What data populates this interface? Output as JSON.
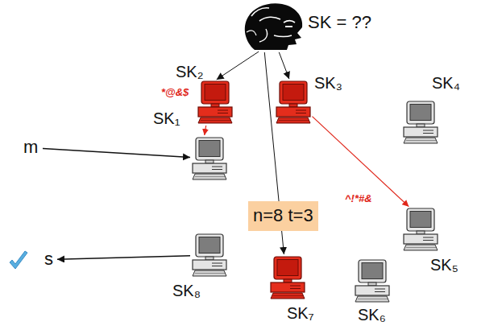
{
  "diagram": {
    "nodes": [
      {
        "text": [
          "SK = ??"
        ]
      },
      {
        "text": [
          "SK₂"
        ]
      },
      {
        "text": [
          "SK₃"
        ]
      },
      {
        "text": [
          "SK₄"
        ]
      },
      {
        "text": [
          "SK₁"
        ]
      },
      {
        "text": [
          "m"
        ]
      },
      {
        "text": [
          "n=8 t=3"
        ]
      },
      {
        "text": [
          "SK₅"
        ]
      },
      {
        "text": [
          "SK₈"
        ]
      },
      {
        "text": [
          "s"
        ]
      },
      {
        "text": [
          "SK₇"
        ]
      },
      {
        "text": [
          "SK₆"
        ]
      }
    ],
    "edges": [
      {
        "from": 0,
        "to": 1,
        "arrow": "to"
      },
      {
        "from": 0,
        "to": 2,
        "arrow": "to"
      },
      {
        "from": 0,
        "to": 10,
        "arrow": "to"
      },
      {
        "from": 1,
        "to": 4,
        "label": "*@&$",
        "arrow": "to"
      },
      {
        "from": 2,
        "to": 7,
        "label": "^!*#&",
        "arrow": "to"
      },
      {
        "from": 5,
        "to": 4,
        "arrow": "to"
      },
      {
        "from": 8,
        "to": 9,
        "arrow": "to"
      }
    ]
  }
}
